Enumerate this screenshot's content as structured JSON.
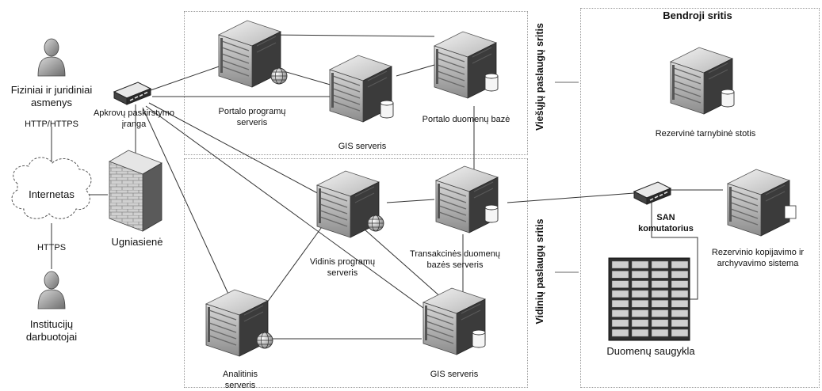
{
  "labels": {
    "citizens": "Fiziniai ir juridiniai\nasmenys",
    "http_https": "HTTP/HTTPS",
    "internet": "Internetas",
    "https": "HTTPS",
    "employees": "Institucijų\ndarbuotojai",
    "load_balancer": "Apkrovų paskirstymo\nįranga",
    "firewall": "Ugniasienė",
    "portal_app": "Portalo programų\nserveris",
    "portal_db": "Portalo duomenų bazė",
    "gis_public": "GIS serveris",
    "internal_app": "Vidinis programų\nserveris",
    "transaction_db": "Transakcinės duomenų\nbazės serveris",
    "analytic": "Analitinis\nserveris",
    "gis_internal": "GIS serveris",
    "backup_server": "Rezervinė tarnybinė stotis",
    "san": "SAN\nkomutatorius",
    "backup_archive": "Rezervinio kopijavimo ir\narchyvavimo sistema",
    "storage": "Duomenų saugykla"
  },
  "zones": {
    "public": "Viešųjų paslaugų sritis",
    "internal": "Vidinių paslaugų sritis",
    "common": "Bendroji sritis"
  }
}
